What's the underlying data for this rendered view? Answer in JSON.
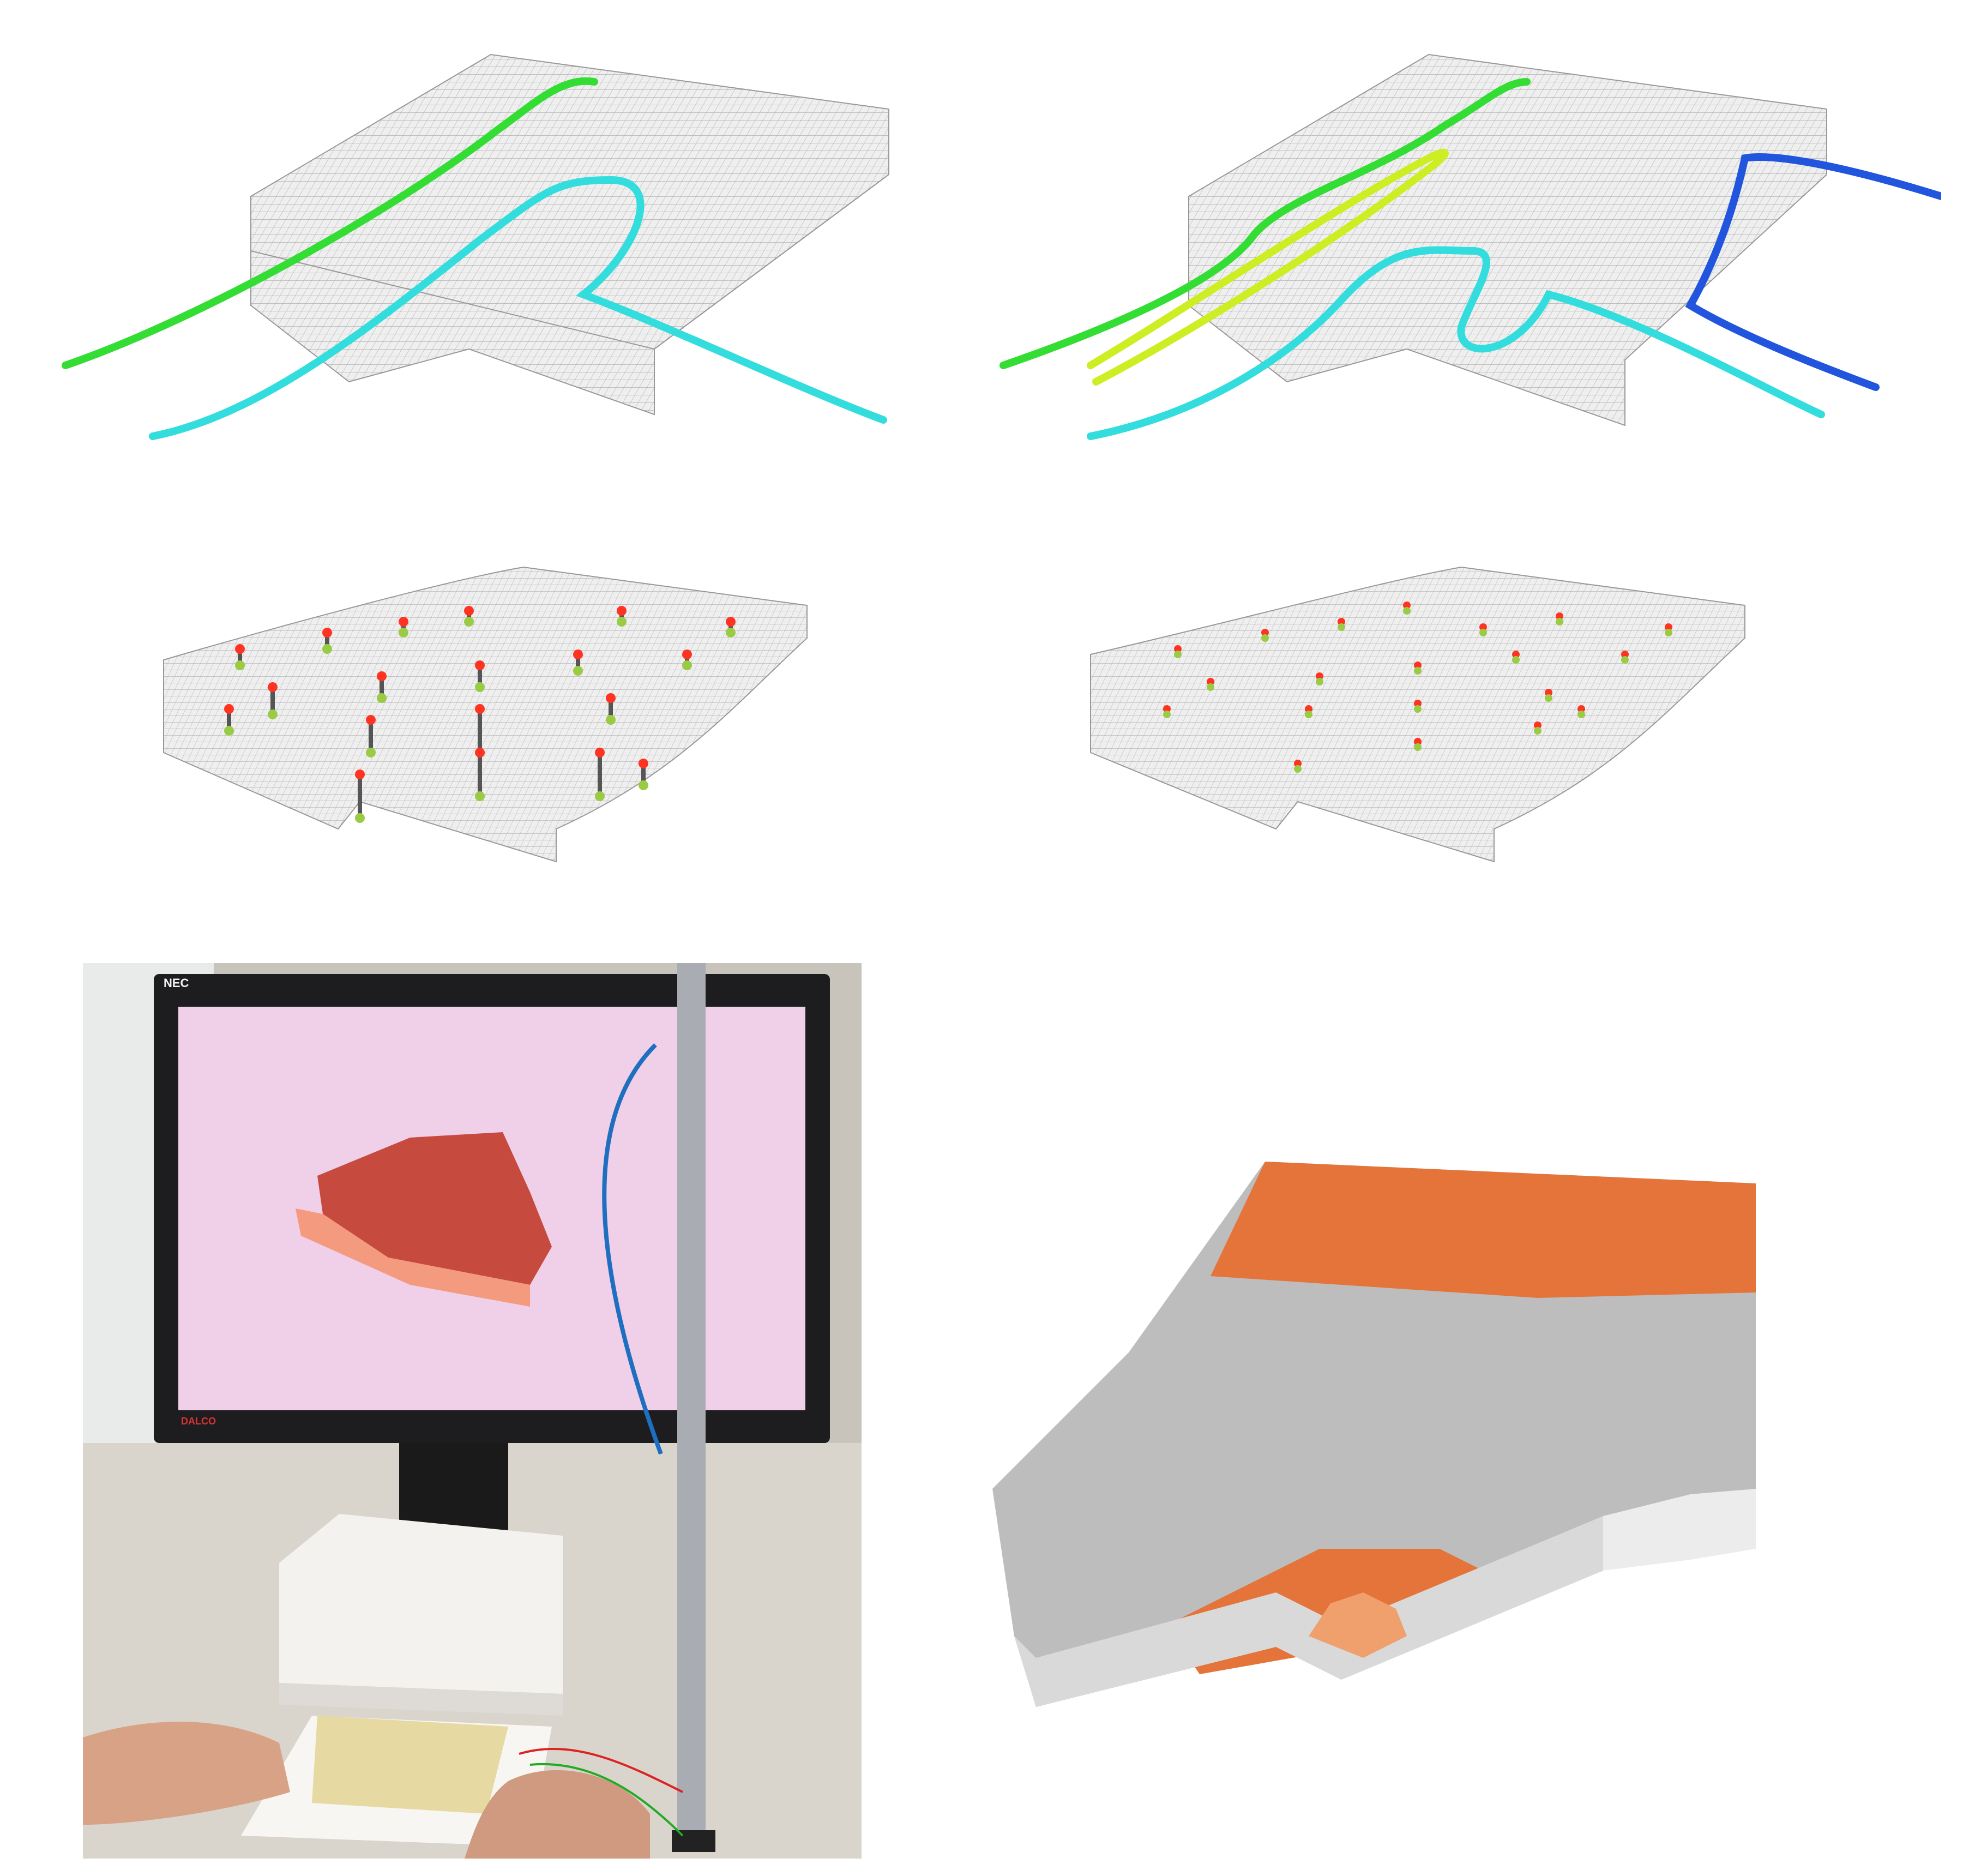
{
  "figure": {
    "panels": [
      {
        "id": "mesh-two-tubes",
        "description_label": ""
      },
      {
        "id": "mesh-four-tubes",
        "description_label": ""
      },
      {
        "id": "mesh-pins-deformed",
        "description_label": ""
      },
      {
        "id": "mesh-pins-small",
        "description_label": ""
      },
      {
        "id": "photo-setup",
        "description_label": ""
      },
      {
        "id": "rendered-block",
        "description_label": ""
      }
    ]
  },
  "monitor": {
    "brand_top": "NEC",
    "brand_bottom": "DALCO"
  },
  "colors": {
    "mesh_line": "#9a9a9a",
    "mesh_fill": "#efefef",
    "tube_green": "#33dd33",
    "tube_cyan": "#33dddd",
    "tube_yellow": "#ccee22",
    "tube_blue": "#2255dd",
    "pin_red": "#ff3322",
    "pin_green": "#99cc44",
    "screen_bg": "#f0cfe8",
    "shape_red": "#c64a3e",
    "shape_salmon": "#f49a7f",
    "render_orange": "#e4743a",
    "render_gray": "#b8b8b8"
  }
}
